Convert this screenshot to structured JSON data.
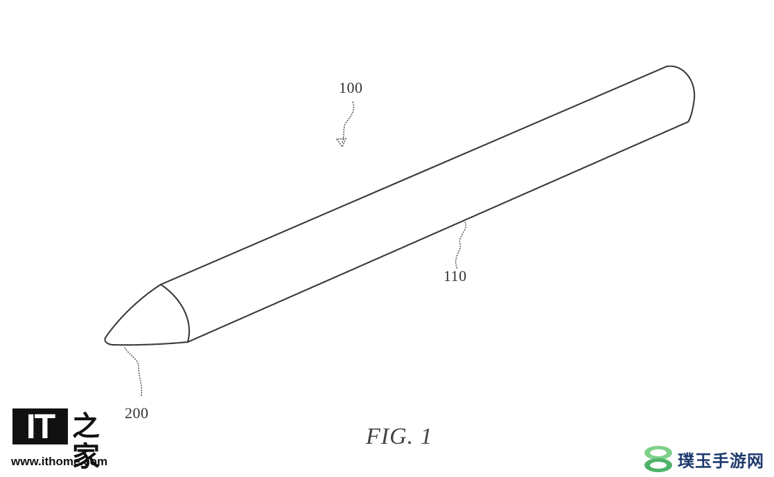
{
  "figure": {
    "caption": "FIG. 1",
    "ref_labels": {
      "device": "100",
      "body": "110",
      "tip": "200"
    }
  },
  "watermarks": {
    "ithome_logo_text": "IT之家",
    "ithome_url": "www.ithome.com",
    "puyu_text": "璞玉手游网"
  }
}
